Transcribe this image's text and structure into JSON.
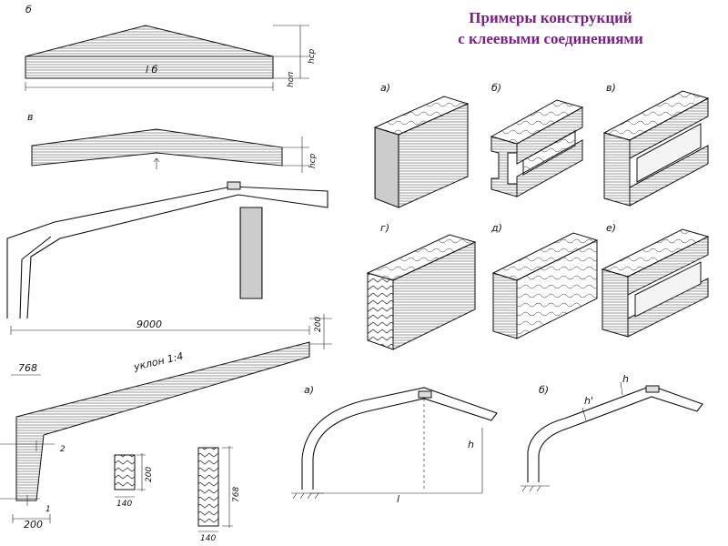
{
  "title": {
    "line1": "Примеры конструкций",
    "line2": "с клеевыми соединениями"
  },
  "labels": {
    "top_truss": {
      "letter": "б",
      "span": "l б",
      "h_center": "hср",
      "h_support": "hоп"
    },
    "second_truss": {
      "letter": "в",
      "h_center": "hср"
    },
    "frame": {
      "span": "9000",
      "height_right": "200",
      "offset": "768",
      "slope": "уклон 1:4",
      "section_2": "2",
      "section_1": "1",
      "base": "200",
      "sec_small_w": "140",
      "sec_small_h": "200",
      "sec_large_w": "140",
      "sec_large_h": "768"
    },
    "beams": [
      "а)",
      "б)",
      "в)",
      "г)",
      "д)",
      "е)"
    ],
    "arches": {
      "a": "а)",
      "b": "б)",
      "h": "h",
      "l": "l",
      "h_prime": "h'",
      "h2": "h"
    }
  },
  "colors": {
    "title": "#7a1f86",
    "ink": "#111111"
  }
}
